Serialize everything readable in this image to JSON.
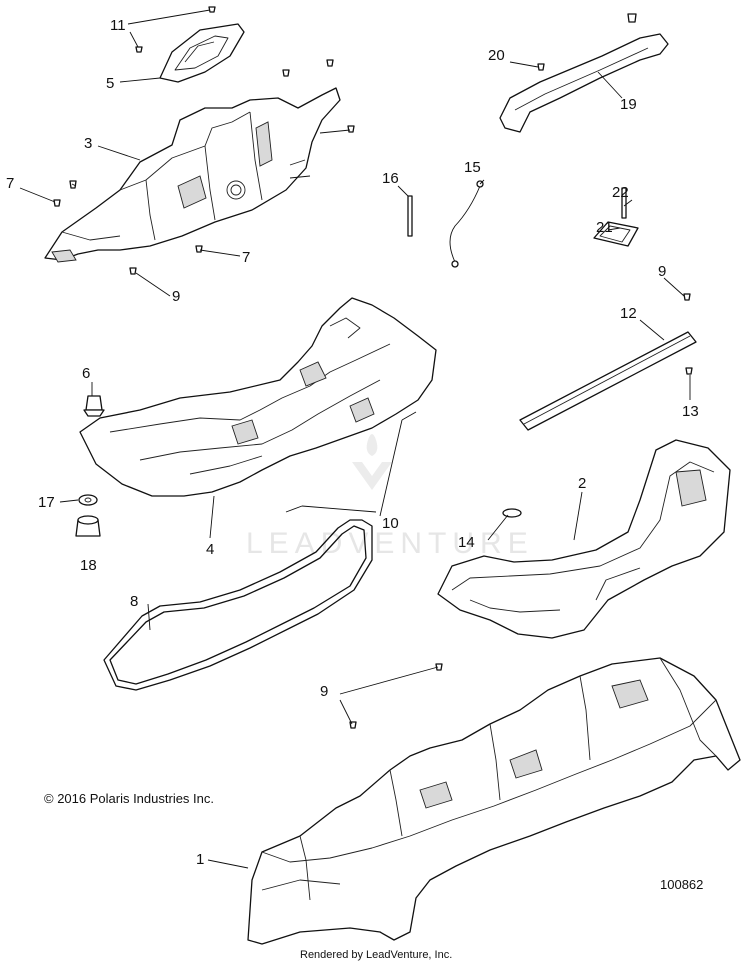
{
  "callouts": {
    "c1": "1",
    "c2": "2",
    "c3": "3",
    "c4": "4",
    "c5": "5",
    "c6": "6",
    "c7a": "7",
    "c7b": "7",
    "c8": "8",
    "c9a": "9",
    "c9b": "9",
    "c9c": "9",
    "c10": "10",
    "c11": "11",
    "c12": "12",
    "c13": "13",
    "c14": "14",
    "c15": "15",
    "c16": "16",
    "c17": "17",
    "c18": "18",
    "c19": "19",
    "c20": "20",
    "c21": "21",
    "c22": "22"
  },
  "copyright": "© 2016 Polaris Industries Inc.",
  "diagram_number": "100862",
  "watermark": "LEADVENTURE",
  "rendered_by": "Rendered by LeadVenture, Inc."
}
